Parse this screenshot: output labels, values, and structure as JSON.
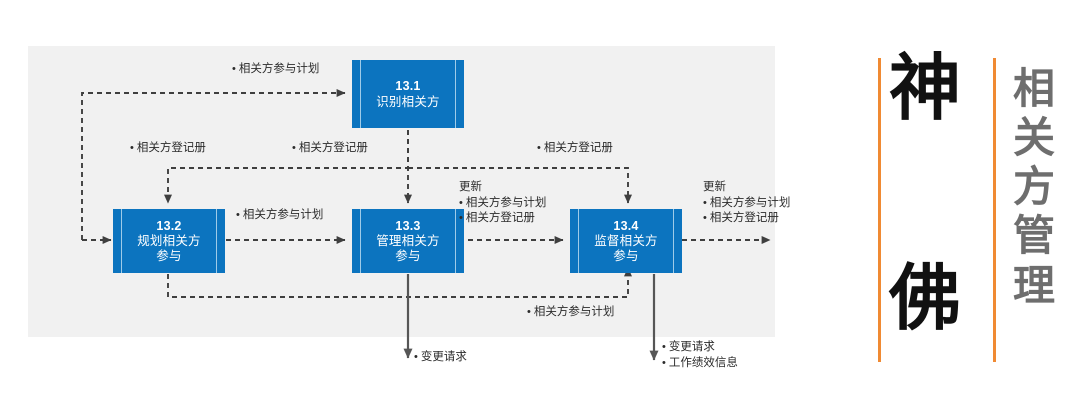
{
  "diagram": {
    "type": "process-flow",
    "panel_bg": "#f1f1f1",
    "box_color": "#0c74bf",
    "boxes": [
      {
        "id": "13.1",
        "number": "13.1",
        "title_line1": "识别相关方",
        "title_line2": ""
      },
      {
        "id": "13.2",
        "number": "13.2",
        "title_line1": "规划相关方",
        "title_line2": "参与"
      },
      {
        "id": "13.3",
        "number": "13.3",
        "title_line1": "管理相关方",
        "title_line2": "参与"
      },
      {
        "id": "13.4",
        "number": "13.4",
        "title_line1": "监督相关方",
        "title_line2": "参与"
      }
    ],
    "labels": {
      "top_plan": "相关方参与计划",
      "reg_left": "相关方登记册",
      "reg_mid": "相关方登记册",
      "reg_right": "相关方登记册",
      "plan_mid": "相关方参与计划",
      "plan_bottom": "相关方参与计划",
      "update_heading_mid": "更新",
      "update_item1_mid": "相关方参与计划",
      "update_item2_mid": "相关方登记册",
      "update_heading_right": "更新",
      "update_item1_right": "相关方参与计划",
      "update_item2_right": "相关方登记册",
      "change_request_133": "变更请求",
      "change_request_134": "变更请求",
      "work_perf_info_134": "工作绩效信息"
    }
  },
  "title_panel": {
    "kanji_top": "神",
    "kanji_bottom": "佛",
    "vertical_title": "相关方管理",
    "accent_color": "#f08a33",
    "vertical_title_color": "#6e6e6e"
  }
}
